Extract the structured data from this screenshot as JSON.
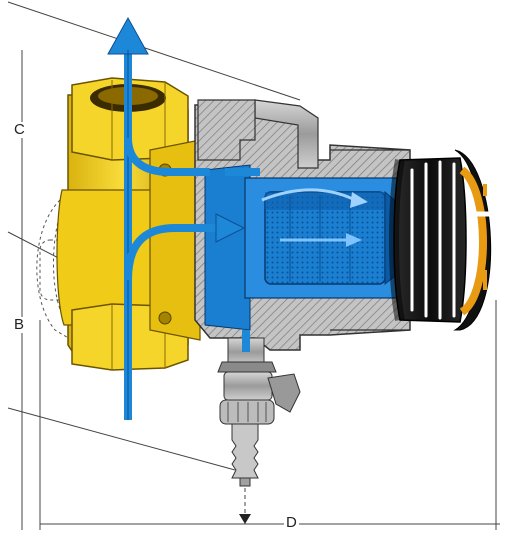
{
  "dimensions": {
    "C": "C",
    "B": "B",
    "D": "D"
  },
  "colors": {
    "brass": "#f2cf1f",
    "brass_dark": "#c9a40c",
    "flow_blue": "#1e88d8",
    "filter_blue": "#0a6fc4",
    "steel_gray": "#a9a9a9",
    "steel_dark": "#6f6f6f",
    "knob_black": "#141414",
    "label_orange": "#e89a12"
  }
}
